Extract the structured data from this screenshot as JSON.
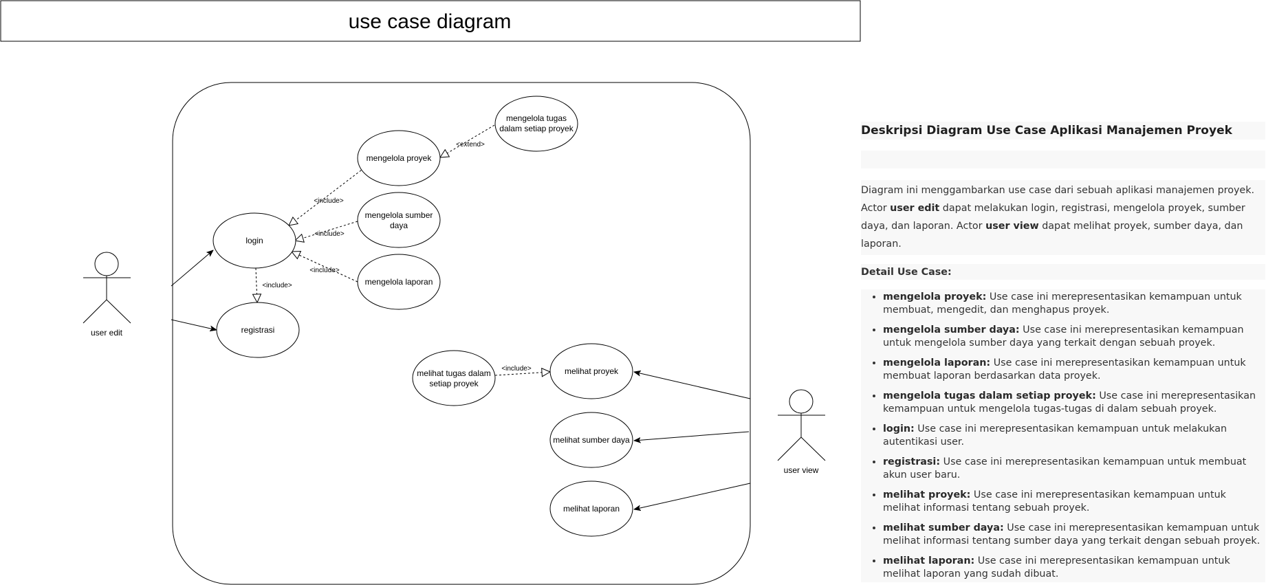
{
  "diagram": {
    "title": "use case diagram",
    "actors": [
      {
        "id": "user-edit",
        "label": "user edit"
      },
      {
        "id": "user-view",
        "label": "user view"
      }
    ],
    "use_cases": [
      {
        "id": "mengelola-tugas",
        "lines": [
          "mengelola tugas",
          "dalam setiap proyek"
        ]
      },
      {
        "id": "mengelola-proyek",
        "lines": [
          "mengelola proyek"
        ]
      },
      {
        "id": "mengelola-sumber-daya",
        "lines": [
          "mengelola sumber",
          "daya"
        ]
      },
      {
        "id": "login",
        "lines": [
          "login"
        ]
      },
      {
        "id": "mengelola-laporan",
        "lines": [
          "mengelola laporan"
        ]
      },
      {
        "id": "registrasi",
        "lines": [
          "registrasi"
        ]
      },
      {
        "id": "melihat-tugas",
        "lines": [
          "melihat tugas dalam",
          "setiap proyek"
        ]
      },
      {
        "id": "melihat-proyek",
        "lines": [
          "melihat proyek"
        ]
      },
      {
        "id": "melihat-sumber-daya",
        "lines": [
          "melihat sumber daya"
        ]
      },
      {
        "id": "melihat-laporan",
        "lines": [
          "melihat laporan"
        ]
      }
    ],
    "relations": [
      {
        "id": "ext-tugas",
        "from": "mengelola-tugas",
        "to": "mengelola-proyek",
        "label": "<extend>"
      },
      {
        "id": "inc-proyek-login",
        "from": "mengelola-proyek",
        "to": "login",
        "label": "<include>"
      },
      {
        "id": "inc-sumber-login",
        "from": "mengelola-sumber-daya",
        "to": "login",
        "label": "<include>"
      },
      {
        "id": "inc-laporan-login",
        "from": "mengelola-laporan",
        "to": "login",
        "label": "<include>"
      },
      {
        "id": "inc-login-registrasi",
        "from": "login",
        "to": "registrasi",
        "label": "<include>"
      },
      {
        "id": "inc-tugas-proyek",
        "from": "melihat-tugas",
        "to": "melihat-proyek",
        "label": "<include>"
      },
      {
        "id": "assoc-edit-login",
        "from": "user-edit",
        "to": "login",
        "label": ""
      },
      {
        "id": "assoc-edit-registrasi",
        "from": "user-edit",
        "to": "registrasi",
        "label": ""
      },
      {
        "id": "assoc-view-proyek",
        "from": "user-view",
        "to": "melihat-proyek",
        "label": ""
      },
      {
        "id": "assoc-view-sumber",
        "from": "user-view",
        "to": "melihat-sumber-daya",
        "label": ""
      },
      {
        "id": "assoc-view-laporan",
        "from": "user-view",
        "to": "melihat-laporan",
        "label": ""
      }
    ]
  },
  "description": {
    "heading": "Deskripsi Diagram Use Case Aplikasi Manajemen Proyek",
    "intro": {
      "p1": "Diagram ini menggambarkan use case dari sebuah aplikasi manajemen proyek. Actor ",
      "b1": "user edit",
      "p2": " dapat melakukan login, registrasi, mengelola proyek, sumber daya, dan laporan. Actor ",
      "b2": "user view",
      "p3": " dapat melihat proyek, sumber daya, dan laporan."
    },
    "detail_heading": "Detail Use Case:",
    "items": [
      {
        "term": "mengelola proyek:",
        "text": " Use case ini merepresentasikan kemampuan untuk membuat, mengedit, dan menghapus proyek."
      },
      {
        "term": "mengelola sumber daya:",
        "text": " Use case ini merepresentasikan kemampuan untuk mengelola sumber daya yang terkait dengan sebuah proyek."
      },
      {
        "term": "mengelola laporan:",
        "text": " Use case ini merepresentasikan kemampuan untuk membuat laporan berdasarkan data proyek."
      },
      {
        "term": "mengelola tugas dalam setiap proyek:",
        "text": " Use case ini merepresentasikan kemampuan untuk mengelola tugas-tugas di dalam sebuah proyek."
      },
      {
        "term": "login:",
        "text": " Use case ini merepresentasikan kemampuan untuk melakukan autentikasi user."
      },
      {
        "term": "registrasi:",
        "text": " Use case ini merepresentasikan kemampuan untuk membuat akun user baru."
      },
      {
        "term": "melihat proyek:",
        "text": " Use case ini merepresentasikan kemampuan untuk melihat informasi tentang sebuah proyek."
      },
      {
        "term": "melihat sumber daya:",
        "text": " Use case ini merepresentasikan kemampuan untuk melihat informasi tentang sumber daya yang terkait dengan sebuah proyek."
      },
      {
        "term": "melihat laporan:",
        "text": " Use case ini merepresentasikan kemampuan untuk melihat laporan yang sudah dibuat."
      }
    ]
  }
}
